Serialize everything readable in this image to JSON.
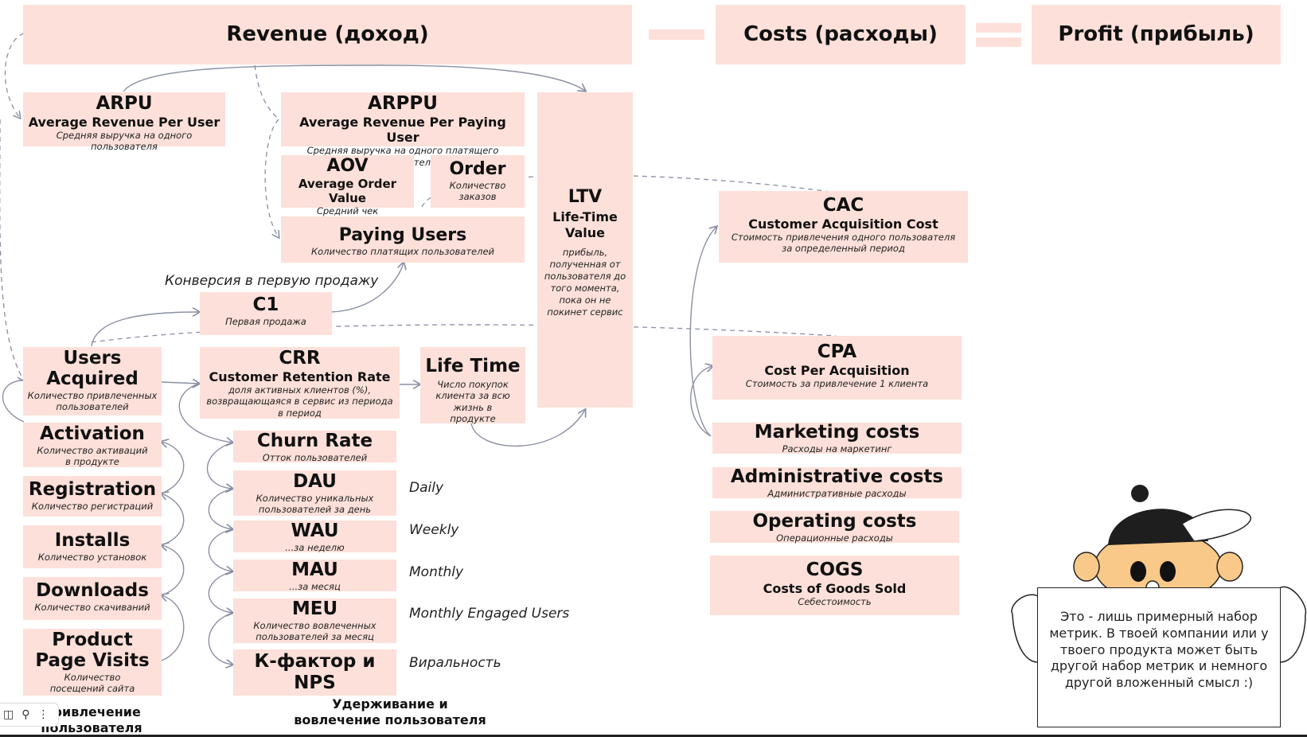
{
  "header": {
    "revenue": "Revenue (доход)",
    "costs": "Costs (расходы)",
    "profit": "Profit (прибыль)"
  },
  "arpu": {
    "title": "ARPU",
    "sub": "Average Revenue Per User",
    "desc": "Средняя выручка на одного пользователя"
  },
  "arppu": {
    "title": "ARPPU",
    "sub": "Average Revenue Per Paying User",
    "desc": "Средняя выручка на одного платящего пользователя"
  },
  "aov": {
    "title": "AOV",
    "sub": "Average Order Value",
    "desc": "Средний чек"
  },
  "order": {
    "title": "Order",
    "desc": "Количество заказов"
  },
  "paying_users": {
    "title": "Paying Users",
    "desc": "Количество платящих пользователей"
  },
  "ltv": {
    "title": "LTV",
    "sub": "Life-Time Value",
    "desc": "прибыль, полученная от пользователя до того момента, пока он не покинет сервис"
  },
  "cac": {
    "title": "CAC",
    "sub": "Customer Acquisition Cost",
    "desc": "Стоимость привлечения одного пользователя за определенный период"
  },
  "conversion_label": "Конверсия в первую продажу",
  "c1": {
    "title": "C1",
    "desc": "Первая продажа"
  },
  "users_acquired": {
    "title": "Users Acquired",
    "desc": "Количество привлеченных пользователей"
  },
  "crr": {
    "title": "CRR",
    "sub": "Customer Retention Rate",
    "desc": "доля активных клиентов (%), возвращающаяся в сервис из периода в период"
  },
  "life_time": {
    "title": "Life Time",
    "desc": "Число покупок клиента за всю жизнь в продукте"
  },
  "cpa": {
    "title": "CPA",
    "sub": "Cost Per Acquisition",
    "desc": "Стоимость за привлечение 1 клиента"
  },
  "activation": {
    "title": "Activation",
    "desc": "Количество активаций в продукте"
  },
  "registration": {
    "title": "Registration",
    "desc": "Количество регистраций"
  },
  "installs": {
    "title": "Installs",
    "desc": "Количество установок"
  },
  "downloads": {
    "title": "Downloads",
    "desc": "Количество скачиваний"
  },
  "product_page_visits": {
    "title": "Product Page Visits",
    "desc": "Количество посещений сайта"
  },
  "churn_rate": {
    "title": "Churn Rate",
    "desc": "Отток пользователей"
  },
  "dau": {
    "title": "DAU",
    "desc": "Количество уникальных пользователей за день",
    "label": "Daily"
  },
  "wau": {
    "title": "WAU",
    "desc": "...за неделю",
    "label": "Weekly"
  },
  "mau": {
    "title": "MAU",
    "desc": "...за месяц",
    "label": "Monthly"
  },
  "meu": {
    "title": "MEU",
    "desc": "Количество вовлеченных пользователей за месяц",
    "label": "Monthly Engaged Users"
  },
  "k_factor": {
    "title": "К-фактор и NPS",
    "label": "Виральность"
  },
  "marketing_costs": {
    "title": "Marketing costs",
    "desc": "Расходы на маркетинг"
  },
  "administrative_costs": {
    "title": "Administrative costs",
    "desc": "Административные расходы"
  },
  "operating_costs": {
    "title": "Operating costs",
    "desc": "Операционные расходы"
  },
  "cogs": {
    "title": "COGS",
    "sub": "Costs of Goods Sold",
    "desc": "Себестоимость"
  },
  "captions": {
    "acquisition": "Привлечение пользователя",
    "retention": "Удерживание и вовлечение пользователя"
  },
  "note": "Это - лишь примерный набор метрик. В твоей компании или у твоего продукта может быть другой набор метрик и немного другой вложенный смысл :)",
  "colors": {
    "box": "#fde0d9",
    "line": "#8a8fa3",
    "text": "#111111"
  },
  "toolbar_icons": [
    "bookmark-icon",
    "search-icon",
    "more-icon"
  ]
}
